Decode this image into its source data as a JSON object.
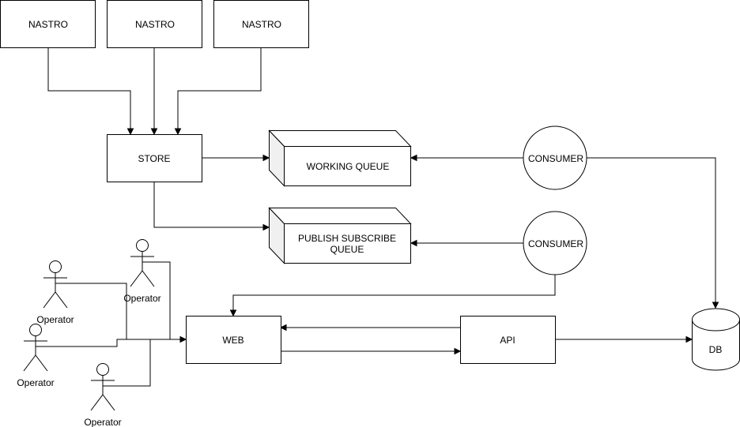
{
  "diagram": {
    "nastro_1": "NASTRO",
    "nastro_2": "NASTRO",
    "nastro_3": "NASTRO",
    "store": "STORE",
    "working_queue": "WORKING QUEUE",
    "pubsub_queue_line1": "PUBLISH SUBSCRIBE",
    "pubsub_queue_line2": "QUEUE",
    "consumer_1": "CONSUMER",
    "consumer_2": "CONSUMER",
    "web": "WEB",
    "api": "API",
    "db": "DB",
    "operator_1": "Operator",
    "operator_2": "Operator",
    "operator_3": "Operator",
    "operator_4": "Operator"
  }
}
